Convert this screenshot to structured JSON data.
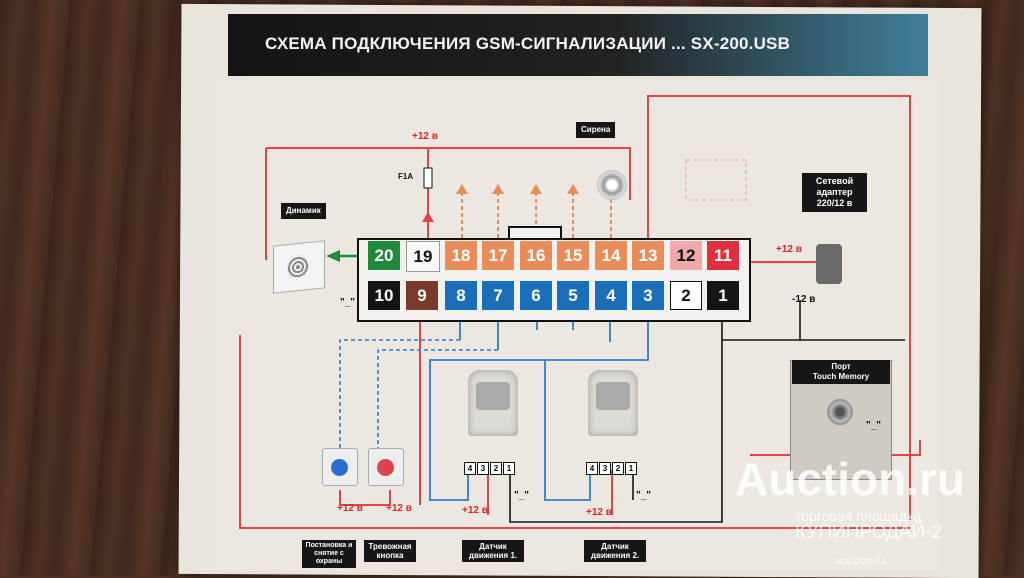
{
  "title": "СХЕМА ПОДКЛЮЧЕНИЯ GSM-СИГНАЛИЗАЦИИ ... SX-200.USB",
  "labels": {
    "plus12_top": "+12 в",
    "fuse": "F1A",
    "siren": "Сирена",
    "speaker": "Динамик",
    "adapter": "Сетевой адаптер 220/12 в",
    "plus12_right": "+12 в",
    "minus12": "-12 в",
    "port_line1": "Порт",
    "port_line2": "Touch Memory",
    "minus_left": "\"_\"",
    "minus_pir1": "\"_\"",
    "minus_pir2": "\"_\"",
    "minus_tm": "\"_\"",
    "plus12_b1": "+12 в",
    "plus12_b2": "+12 в",
    "plus12_pir1": "+12 в",
    "plus12_pir2": "+12 в",
    "arm": "Постановка и снятие с охраны",
    "panic": "Тревожная кнопка",
    "pir1": "Датчик движения 1.",
    "pir2": "Датчик движения 2."
  },
  "terminals_top": [
    "20",
    "19",
    "18",
    "17",
    "16",
    "15",
    "14",
    "13",
    "12",
    "11"
  ],
  "terminals_bottom": [
    "10",
    "9",
    "8",
    "7",
    "6",
    "5",
    "4",
    "3",
    "2",
    "1"
  ],
  "pir_pins": [
    "4",
    "3",
    "2",
    "1"
  ],
  "colors": {
    "green": "#1e8a3a",
    "white": "#f8f8f8",
    "orange": "#e88c5a",
    "pink": "#f0a8a8",
    "red": "#e03040",
    "black": "#151515",
    "brown": "#7a3a2a",
    "blue": "#1a6fb8",
    "wire_red": "#e04545",
    "wire_blue": "#2d7ec8"
  },
  "watermark": {
    "main": "Auction.ru",
    "line2": "торговая площадка",
    "line3": "КУПИПРОДАЙ-2",
    "line4": "auction.ru"
  }
}
